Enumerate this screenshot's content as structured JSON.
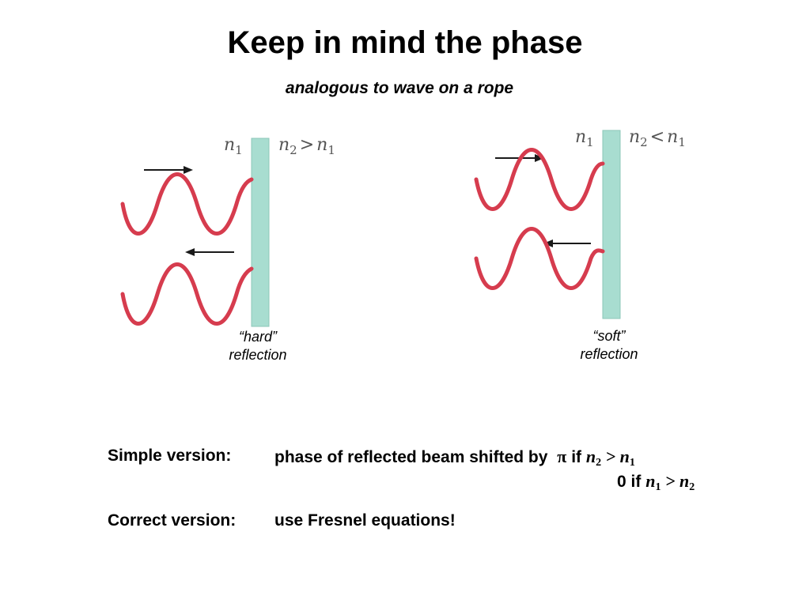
{
  "title": "Keep in mind the phase",
  "subtitle": "analogous to wave on a rope",
  "hard": {
    "n1_var": "n",
    "n1_sub": "1",
    "cond_var_a": "n",
    "cond_sub_a": "2",
    "cond_op": ">",
    "cond_var_b": "n",
    "cond_sub_b": "1",
    "caption_line1": "“hard”",
    "caption_line2": "reflection"
  },
  "soft": {
    "n1_var": "n",
    "n1_sub": "1",
    "cond_var_a": "n",
    "cond_sub_a": "2",
    "cond_op": "<",
    "cond_var_b": "n",
    "cond_sub_b": "1",
    "caption_line1": "“soft”",
    "caption_line2": "reflection"
  },
  "text": {
    "simple_label": "Simple version:",
    "simple_text": "phase of reflected beam shifted by",
    "pi": "π",
    "if1": "if",
    "cond1_a": "n",
    "cond1_a_sub": "2",
    "cond1_op": ">",
    "cond1_b": "n",
    "cond1_b_sub": "1",
    "zero": "0",
    "if2": "if",
    "cond2_a": "n",
    "cond2_a_sub": "1",
    "cond2_op": ">",
    "cond2_b": "n",
    "cond2_b_sub": "2",
    "correct_label": "Correct version:",
    "correct_text": "use Fresnel equations!"
  },
  "colors": {
    "wave": "#d63c4e",
    "slab": "#a8ddd0",
    "arrow": "#1a1a1a"
  },
  "icons": {
    "incident_arrow": "right-arrow-icon",
    "reflected_arrow": "left-arrow-icon"
  }
}
